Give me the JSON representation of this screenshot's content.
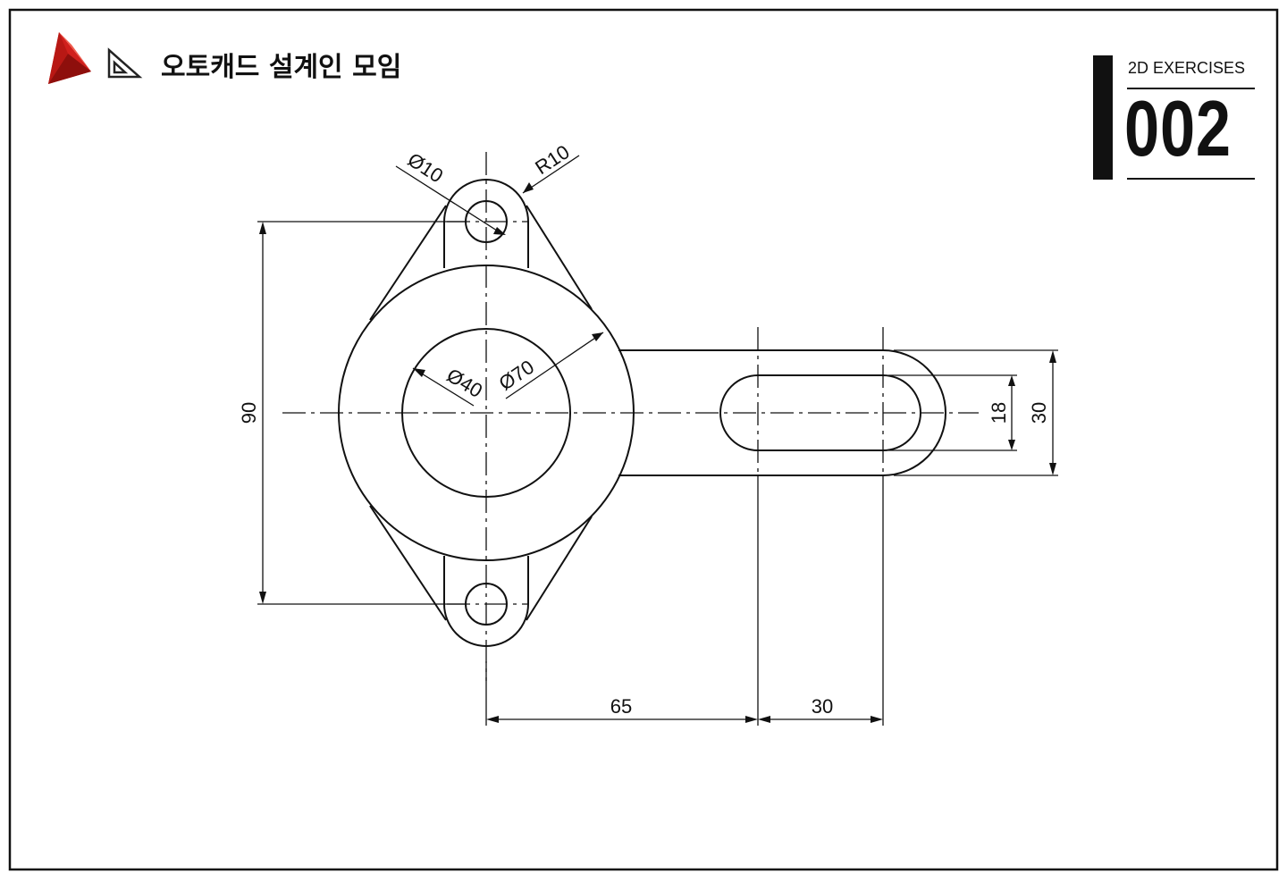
{
  "header": {
    "title": "오토캐드 설계인 모임",
    "logo_icon": "autocad-logo-icon",
    "square_icon": "set-square-icon",
    "brand_color": "#d0201c"
  },
  "exercise": {
    "label": "2D EXERCISES",
    "number": "002"
  },
  "drawing": {
    "line_color": "#111111",
    "dims": {
      "hole_diameter": "Ø10",
      "lug_radius": "R10",
      "bore_diameter": "Ø40",
      "hub_diameter": "Ø70",
      "lug_spacing": "90",
      "slot_width": "18",
      "arm_width": "30",
      "slot_offset": "65",
      "slot_length": "30"
    }
  }
}
